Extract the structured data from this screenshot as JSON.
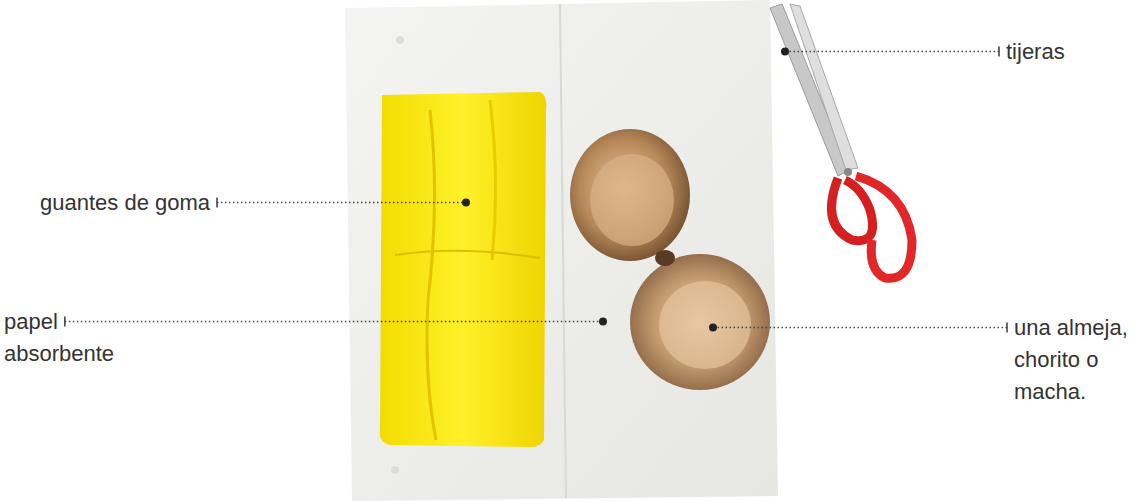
{
  "diagram": {
    "labels": [
      "tijeras",
      "guantes de goma",
      "papel absorbente",
      "una almeja, chorito o macha."
    ]
  }
}
